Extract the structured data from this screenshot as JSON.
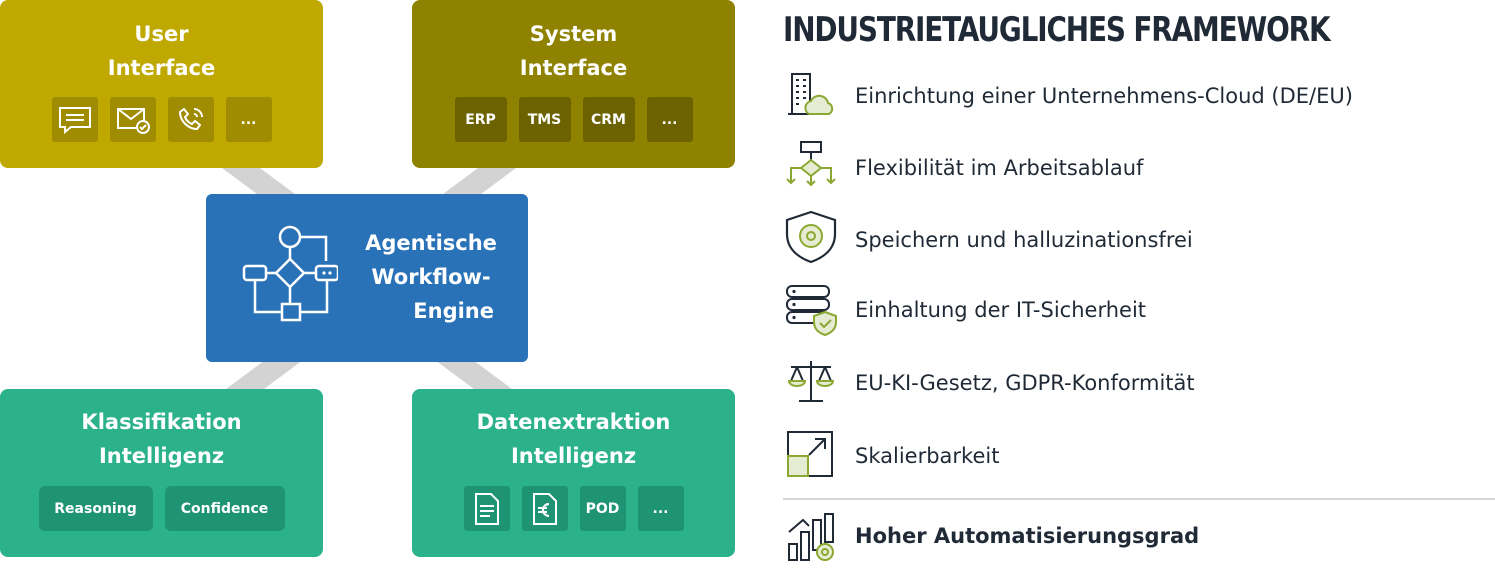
{
  "diagram": {
    "user_interface": {
      "title_line1": "User",
      "title_line2": "Interface",
      "chips": [
        "message-icon",
        "mail-check-icon",
        "phone-icon",
        "..."
      ]
    },
    "system_interface": {
      "title_line1": "System",
      "title_line2": "Interface",
      "chips": [
        "ERP",
        "TMS",
        "CRM",
        "..."
      ]
    },
    "engine": {
      "title_line1": "Agentische",
      "title_line2": "Workflow-",
      "title_line3": "Engine",
      "icon": "workflow-icon"
    },
    "klassifikation": {
      "title_line1": "Klassifikation",
      "title_line2": "Intelligenz",
      "chips": [
        "Reasoning",
        "Confidence"
      ]
    },
    "datenextraktion": {
      "title_line1": "Datenextraktion",
      "title_line2": "Intelligenz",
      "chips": [
        "document-icon",
        "invoice-euro-icon",
        "POD",
        "..."
      ]
    }
  },
  "framework": {
    "heading": "INDUSTRIETAUGLICHES FRAMEWORK",
    "items": [
      {
        "icon": "building-cloud-icon",
        "label": "Einrichtung einer Unternehmens-Cloud (DE/EU)"
      },
      {
        "icon": "flowchart-icon",
        "label": "Flexibilität im Arbeitsablauf"
      },
      {
        "icon": "shield-gear-icon",
        "label": "Speichern und halluzinationsfrei"
      },
      {
        "icon": "server-shield-icon",
        "label": "Einhaltung der IT-Sicherheit"
      },
      {
        "icon": "scales-icon",
        "label": "EU-KI-Gesetz, GDPR-Konformität"
      },
      {
        "icon": "scale-arrow-icon",
        "label": "Skalierbarkeit"
      }
    ],
    "highlight": {
      "icon": "bars-gear-icon",
      "label": "Hoher Automatisierungsgrad"
    }
  },
  "colors": {
    "ui": "#bfa800",
    "system": "#8e8200",
    "engine": "#2a72b8",
    "green": "#2bb28a",
    "text": "#1f2a36",
    "accent": "#8aa832"
  }
}
